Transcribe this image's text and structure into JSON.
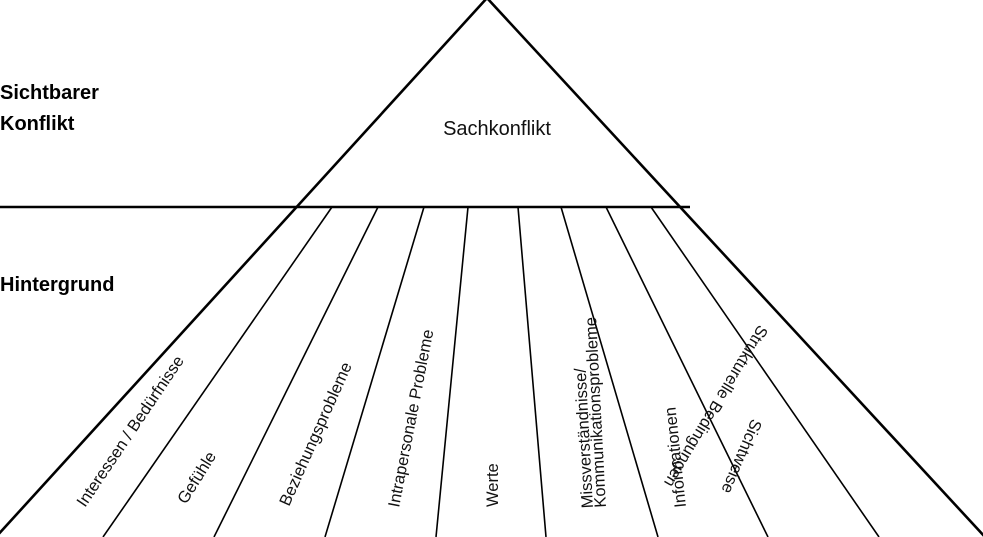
{
  "diagram": {
    "type": "iceberg-conflict-model",
    "levels": {
      "visible": [
        "Sichtbarer",
        "Konflikt"
      ],
      "background": "Hintergrund"
    },
    "tip": {
      "label": "Sachkonflikt"
    },
    "segments": [
      {
        "label": "Interessen / Bedürfnisse"
      },
      {
        "label": "Gefühle"
      },
      {
        "label": "Beziehungsprobleme"
      },
      {
        "label": "Intrapersonale  Probleme"
      },
      {
        "label": "Werte"
      },
      {
        "label_lines": [
          "Missverständnisse/",
          "Kommunikationsprobleme"
        ]
      },
      {
        "label": "Informationen"
      },
      {
        "label": "Sichtweise"
      },
      {
        "label": "Strukturelle  Bedingungen"
      }
    ],
    "colors": {
      "line": "#000000",
      "text": "#111111",
      "background": "#ffffff"
    }
  }
}
